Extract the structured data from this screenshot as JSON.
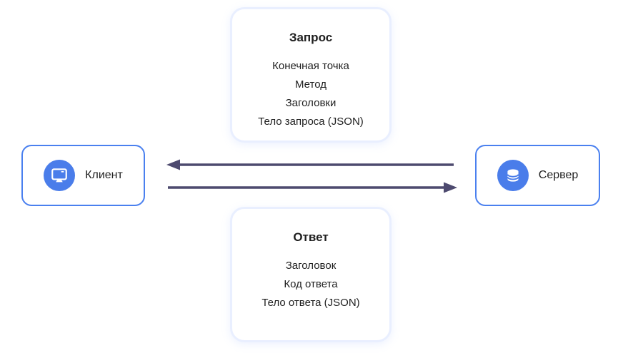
{
  "request_card": {
    "title": "Запрос",
    "items": [
      "Конечная точка",
      "Метод",
      "Заголовки",
      "Тело запроса (JSON)"
    ]
  },
  "response_card": {
    "title": "Ответ",
    "items": [
      "Заголовок",
      "Код ответа",
      "Тело ответа (JSON)"
    ]
  },
  "client_node": {
    "label": "Клиент",
    "icon": "monitor-icon"
  },
  "server_node": {
    "label": "Сервер",
    "icon": "database-icon"
  },
  "arrows": {
    "server_to_client": {
      "direction": "left"
    },
    "client_to_server": {
      "direction": "right"
    }
  },
  "colors": {
    "node_border": "#4a80ef",
    "icon_circle": "#4a7dea",
    "card_border": "#e9efff",
    "arrow": "#4d4a6f",
    "text": "#1f1f1f"
  }
}
